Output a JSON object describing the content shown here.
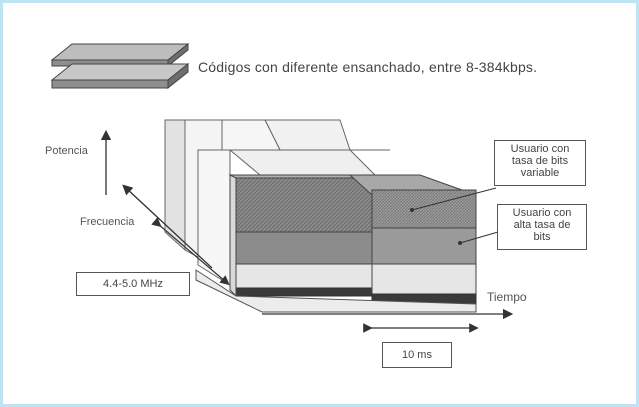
{
  "heading": "Códigos con diferente ensanchado, entre 8-384kbps.",
  "axes": {
    "potencia": "Potencia",
    "frecuencia": "Frecuencia",
    "tiempo": "Tiempo"
  },
  "bandwidth_label": "4.4-5.0 MHz",
  "slot_label": "10 ms",
  "callouts": [
    {
      "lines": [
        "Usuario con",
        "tasa de bits",
        "variable"
      ]
    },
    {
      "lines": [
        "Usuario con",
        "alta tasa de",
        "bits"
      ]
    }
  ],
  "colors": {
    "frame_border": "#bfe3f2",
    "dark_layer": "#3a3a3a",
    "mid_layer": "#8c8c8c",
    "light_layer": "#d6d6d6"
  }
}
